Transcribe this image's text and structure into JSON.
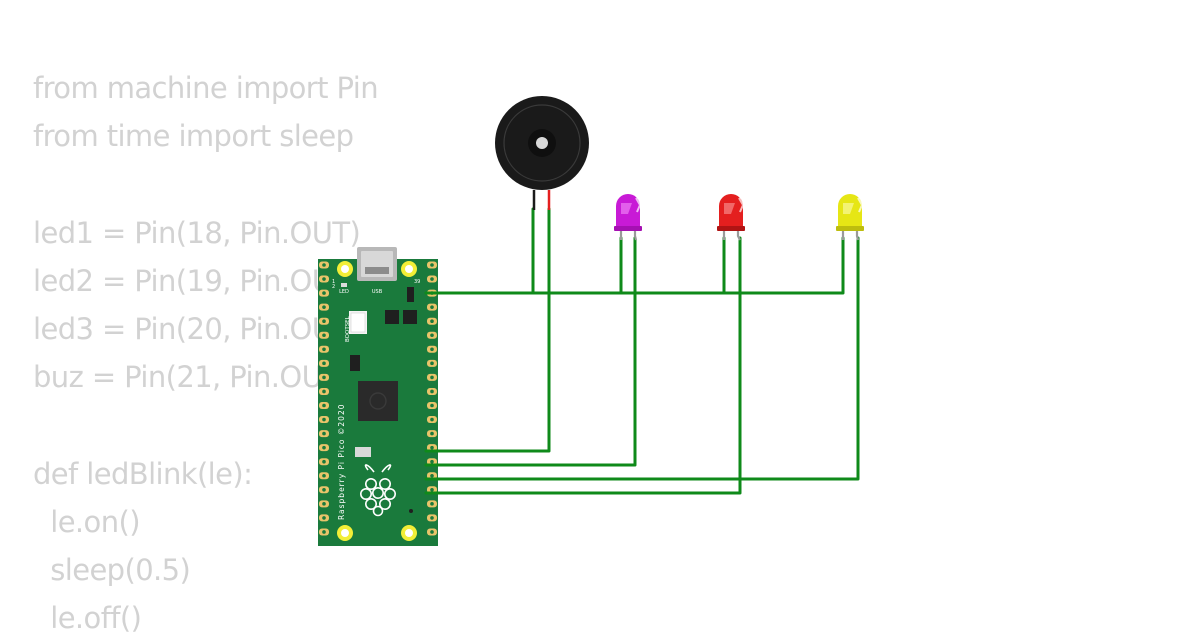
{
  "code_lines": [
    "from machine import Pin",
    "from time import sleep",
    "",
    "led1 = Pin(18, Pin.OUT)",
    "led2 = Pin(19, Pin.OUT)",
    "led3 = Pin(20, Pin.OUT)",
    "buz = Pin(21, Pin.OUT)",
    "",
    "def ledBlink(le):",
    "  le.on()",
    "  sleep(0.5)",
    "  le.off()"
  ],
  "board": {
    "silk_led": "LED",
    "silk_usb": "USB",
    "silk_bootsel": "BOOTSEL",
    "silk_pin1": "1",
    "silk_pin2": "2",
    "silk_pin39": "39",
    "silk_brand": "Raspberry Pi Pico ©2020"
  },
  "colors": {
    "wire": "#0f8a1a",
    "pcb": "#1a7a3c",
    "led_purple": "#c81ad6",
    "led_red": "#e41f1f",
    "led_yellow": "#e6e615",
    "buzzer": "#1a1a1a"
  }
}
